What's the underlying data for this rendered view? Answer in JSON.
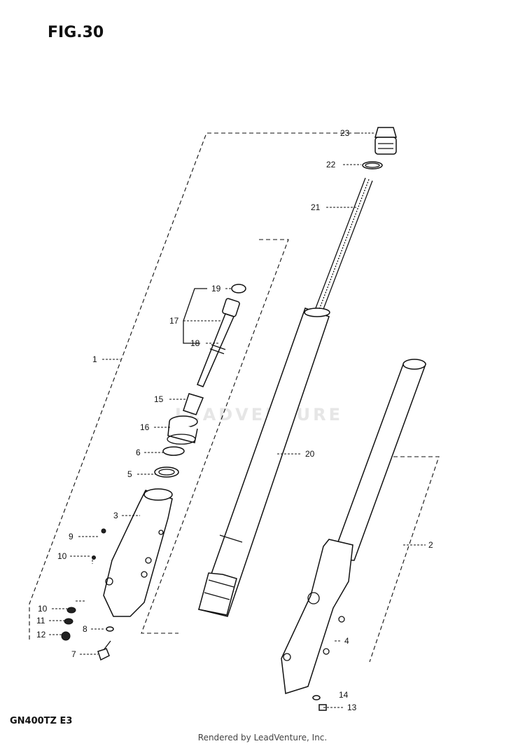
{
  "figure": {
    "title": "FIG.30",
    "model": "GN400TZ  E3"
  },
  "footer": {
    "text": "Rendered by LeadVenture, Inc."
  },
  "watermark": {
    "text": "LEADVENTURE"
  },
  "callouts": {
    "c1": "1",
    "c2": "2",
    "c3": "3",
    "c4": "4",
    "c5": "5",
    "c6": "6",
    "c7": "7",
    "c8": "8",
    "c9": "9",
    "c10a": "10",
    "c10b": "10",
    "c11": "11",
    "c12": "12",
    "c13": "13",
    "c14": "14",
    "c15": "15",
    "c16": "16",
    "c17": "17",
    "c18": "18",
    "c19": "19",
    "c20": "20",
    "c21": "21",
    "c22": "22",
    "c23": "23"
  },
  "colors": {
    "ink": "#111111",
    "paper": "#ffffff",
    "watermark": "#e6e6e6"
  }
}
